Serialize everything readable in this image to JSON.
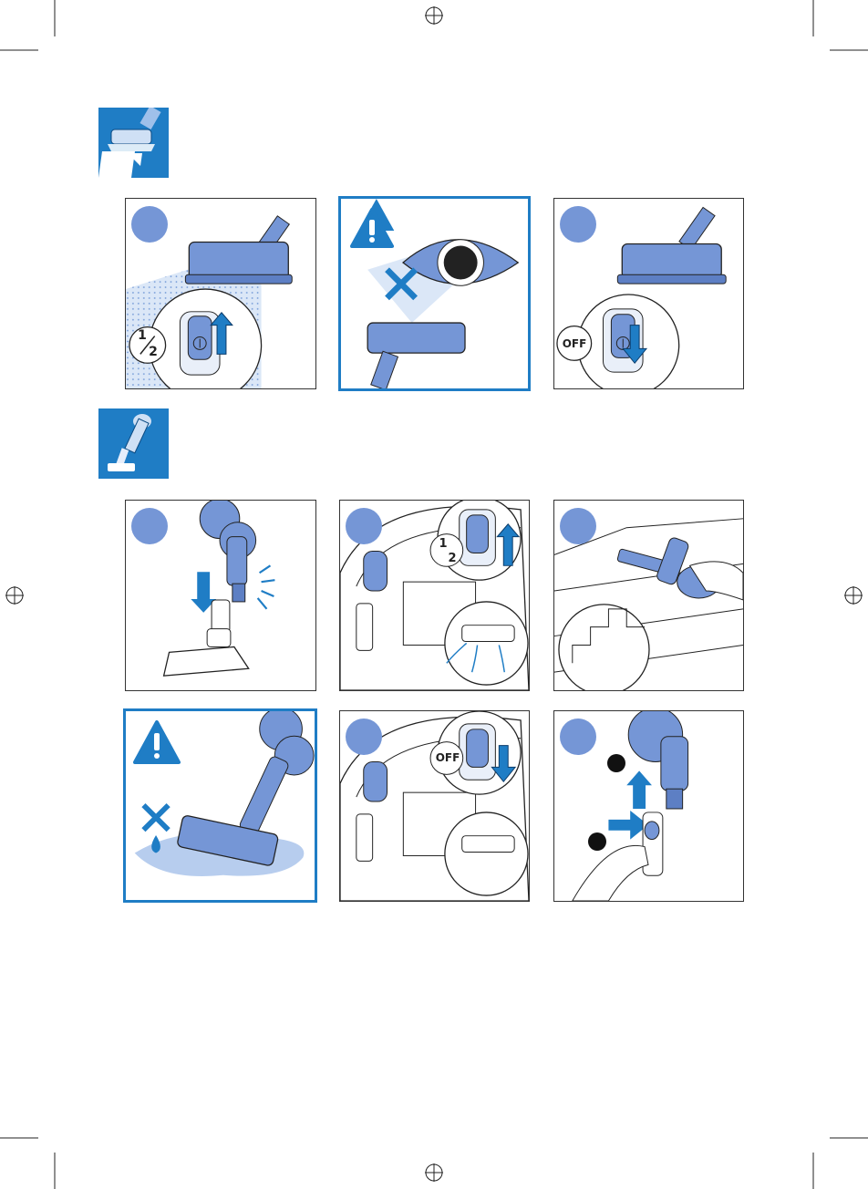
{
  "colors": {
    "accent_blue": "#1f7dc5",
    "device_blue": "#7596d6",
    "step_circle": "#7596d6",
    "outline": "#333333"
  },
  "sections": [
    {
      "icon": "steam-floor-nozzle-icon",
      "panels": [
        {
          "kind": "switch-on",
          "switch_labels": {
            "fraction_top": "1",
            "fraction_bottom": "2"
          }
        },
        {
          "kind": "warning-eye",
          "warning_icon": "exclamation-triangle-icon"
        },
        {
          "kind": "switch-off",
          "switch_labels": {
            "off": "OFF"
          }
        }
      ]
    },
    {
      "icon": "handheld-vacuum-icon",
      "panels": [
        {
          "kind": "attach-nozzle"
        },
        {
          "kind": "switch-on",
          "switch_labels": {
            "fraction_top": "1",
            "fraction_bottom": "2"
          }
        },
        {
          "kind": "stairs-cleaning"
        },
        {
          "kind": "warning-water",
          "warning_icon": "exclamation-triangle-icon"
        },
        {
          "kind": "switch-off",
          "switch_labels": {
            "off": "OFF"
          }
        },
        {
          "kind": "detach-nozzle"
        }
      ]
    }
  ]
}
